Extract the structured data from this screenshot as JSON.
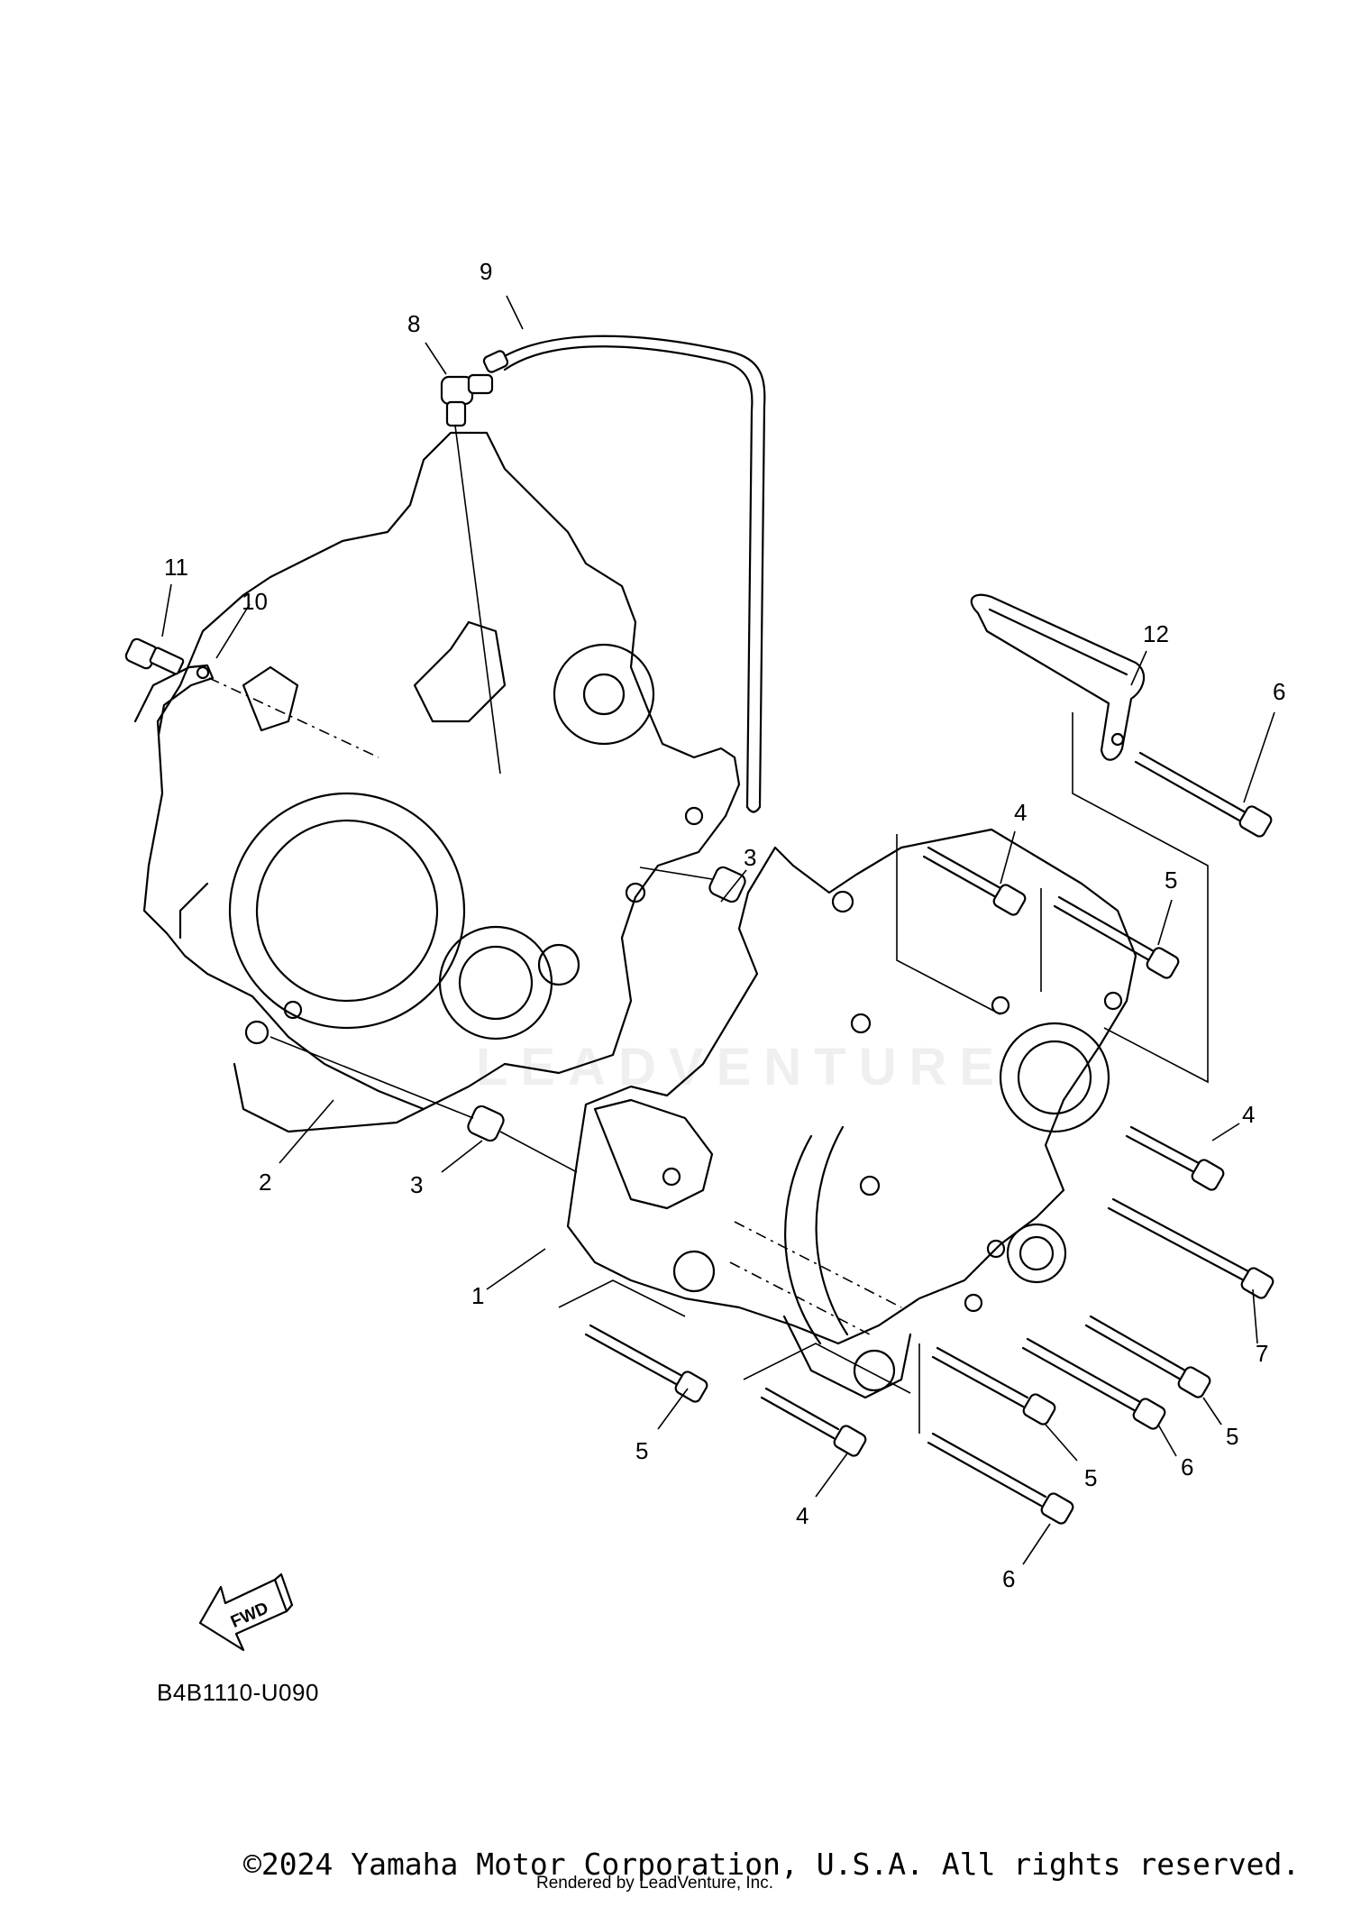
{
  "diagram": {
    "callouts": {
      "c1": "1",
      "c2": "2",
      "c3a": "3",
      "c3b": "3",
      "c4a": "4",
      "c4b": "4",
      "c4c": "4",
      "c5a": "5",
      "c5b": "5",
      "c5c": "5",
      "c5d": "5",
      "c6a": "6",
      "c6b": "6",
      "c6c": "6",
      "c7": "7",
      "c8": "8",
      "c9": "9",
      "c10": "10",
      "c11": "11",
      "c12": "12"
    },
    "fwd_label": "FWD",
    "reference_code": "B4B1110-U090",
    "watermark": "LEADVENTURE"
  },
  "footer": {
    "copyright": "©2024 Yamaha Motor Corporation, U.S.A. All rights reserved.",
    "rendered_by": "Rendered by LeadVenture, Inc."
  }
}
